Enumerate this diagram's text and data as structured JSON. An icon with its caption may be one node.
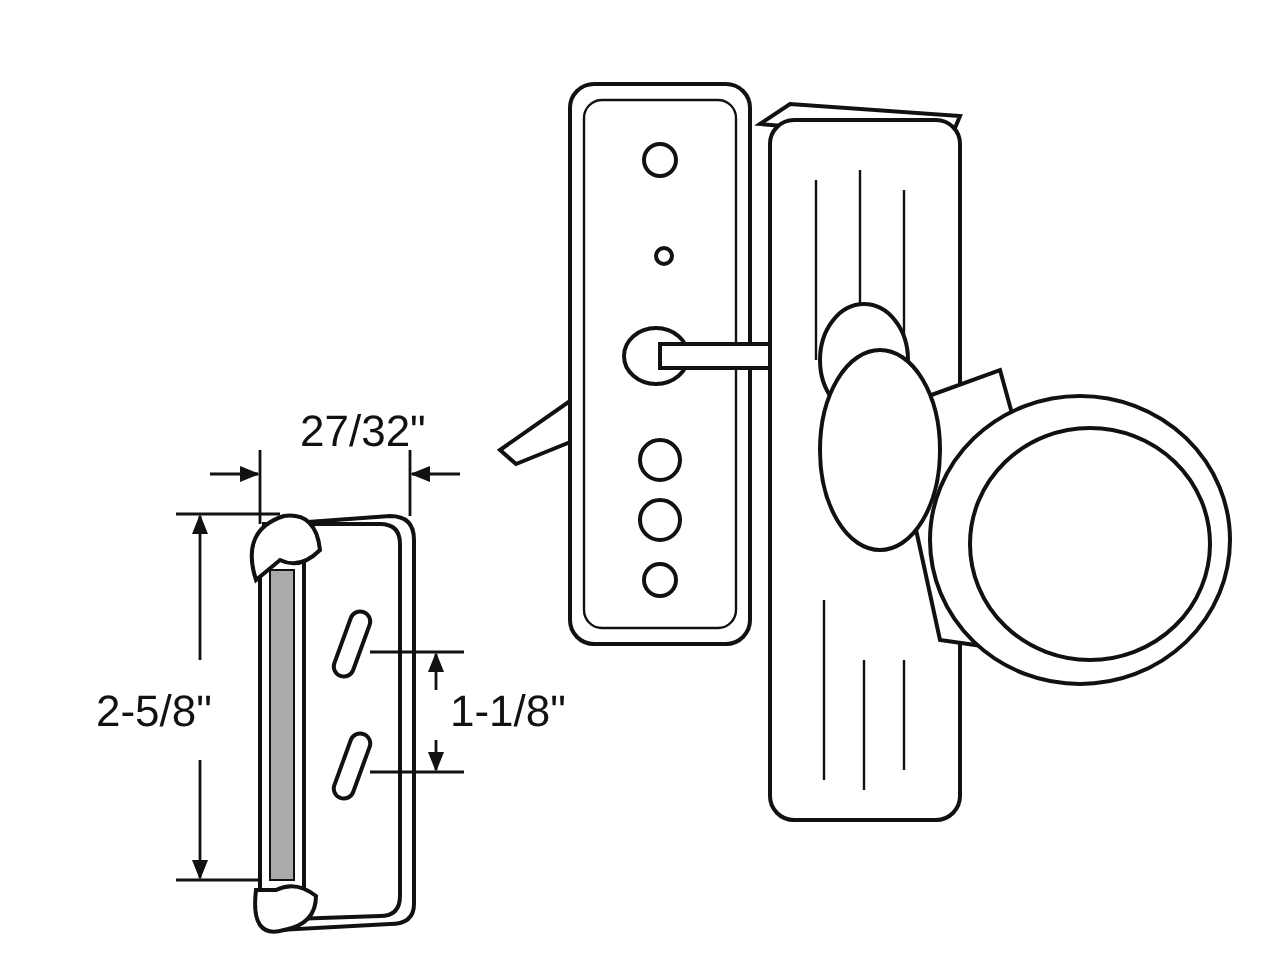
{
  "diagram": {
    "labels": [
      "27/32\"",
      "2-5/8\"",
      "1-1/8\""
    ]
  }
}
